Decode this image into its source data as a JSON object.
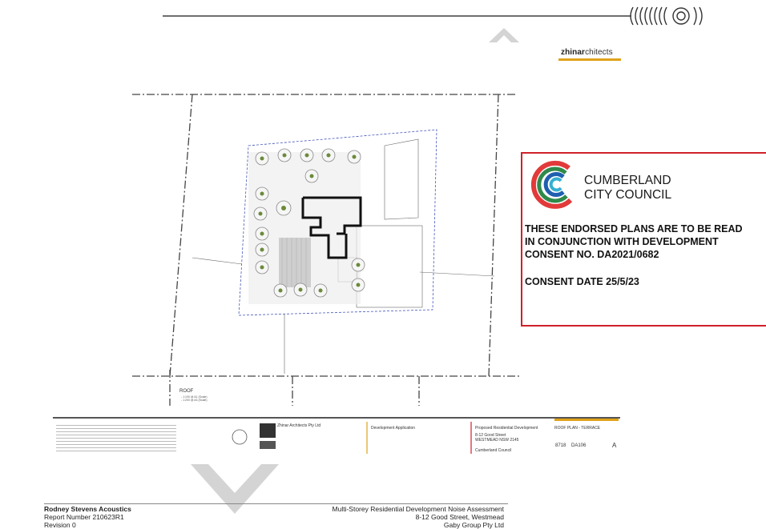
{
  "header": {
    "firm_logo_bold": "zhinar",
    "firm_logo_rest": "chitects"
  },
  "plan": {
    "roof_label": "ROOF",
    "roof_notes": [
      "- 1:100 @ A1 (Scale)",
      "- 1:200 @ A3 (Scale)"
    ]
  },
  "title_block": {
    "stage": "Development Application",
    "project": "Proposed Residential Development",
    "address": [
      "8-12 Good Street",
      "WESTMEAD NSW 2145"
    ],
    "council": "Cumberland Council",
    "drawing_title": "ROOF PLAN - TERRACE",
    "job_no": "8718",
    "drawing_no": "DA106",
    "revision": "A",
    "architect": "Zhinar Architects Pty Ltd"
  },
  "stamp": {
    "council_name_line1": "CUMBERLAND",
    "council_name_line2": "CITY COUNCIL",
    "line1": "THESE ENDORSED PLANS ARE TO BE READ",
    "line2": "IN CONJUNCTION WITH DEVELOPMENT",
    "line3": "CONSENT NO. DA2021/0682",
    "line4": "CONSENT DATE 25/5/23",
    "border_color": "#d0202a"
  },
  "footer": {
    "company": "Rodney Stevens Acoustics",
    "report_number": "Report Number 210623R1",
    "revision": "Revision 0",
    "doc_title": "Multi-Storey Residential Development Noise Assessment",
    "site": "8-12 Good Street, Westmead",
    "client": "Gaby Group Pty Ltd"
  }
}
